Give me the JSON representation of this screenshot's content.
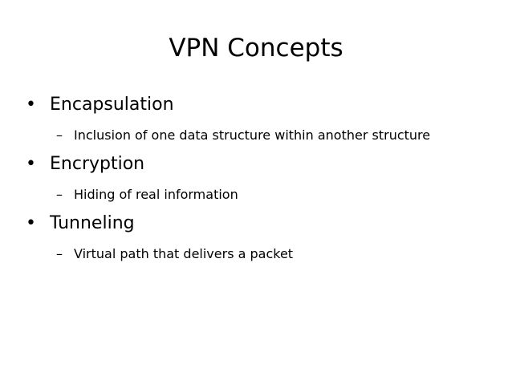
{
  "slide": {
    "title": "VPN Concepts",
    "bullet_symbol": "•",
    "sub_bullet_symbol": "–",
    "items": [
      {
        "label": "Encapsulation",
        "sub": "Inclusion of one data structure within another structure"
      },
      {
        "label": "Encryption",
        "sub": "Hiding of real information"
      },
      {
        "label": "Tunneling",
        "sub": "Virtual path that delivers a packet"
      }
    ]
  }
}
